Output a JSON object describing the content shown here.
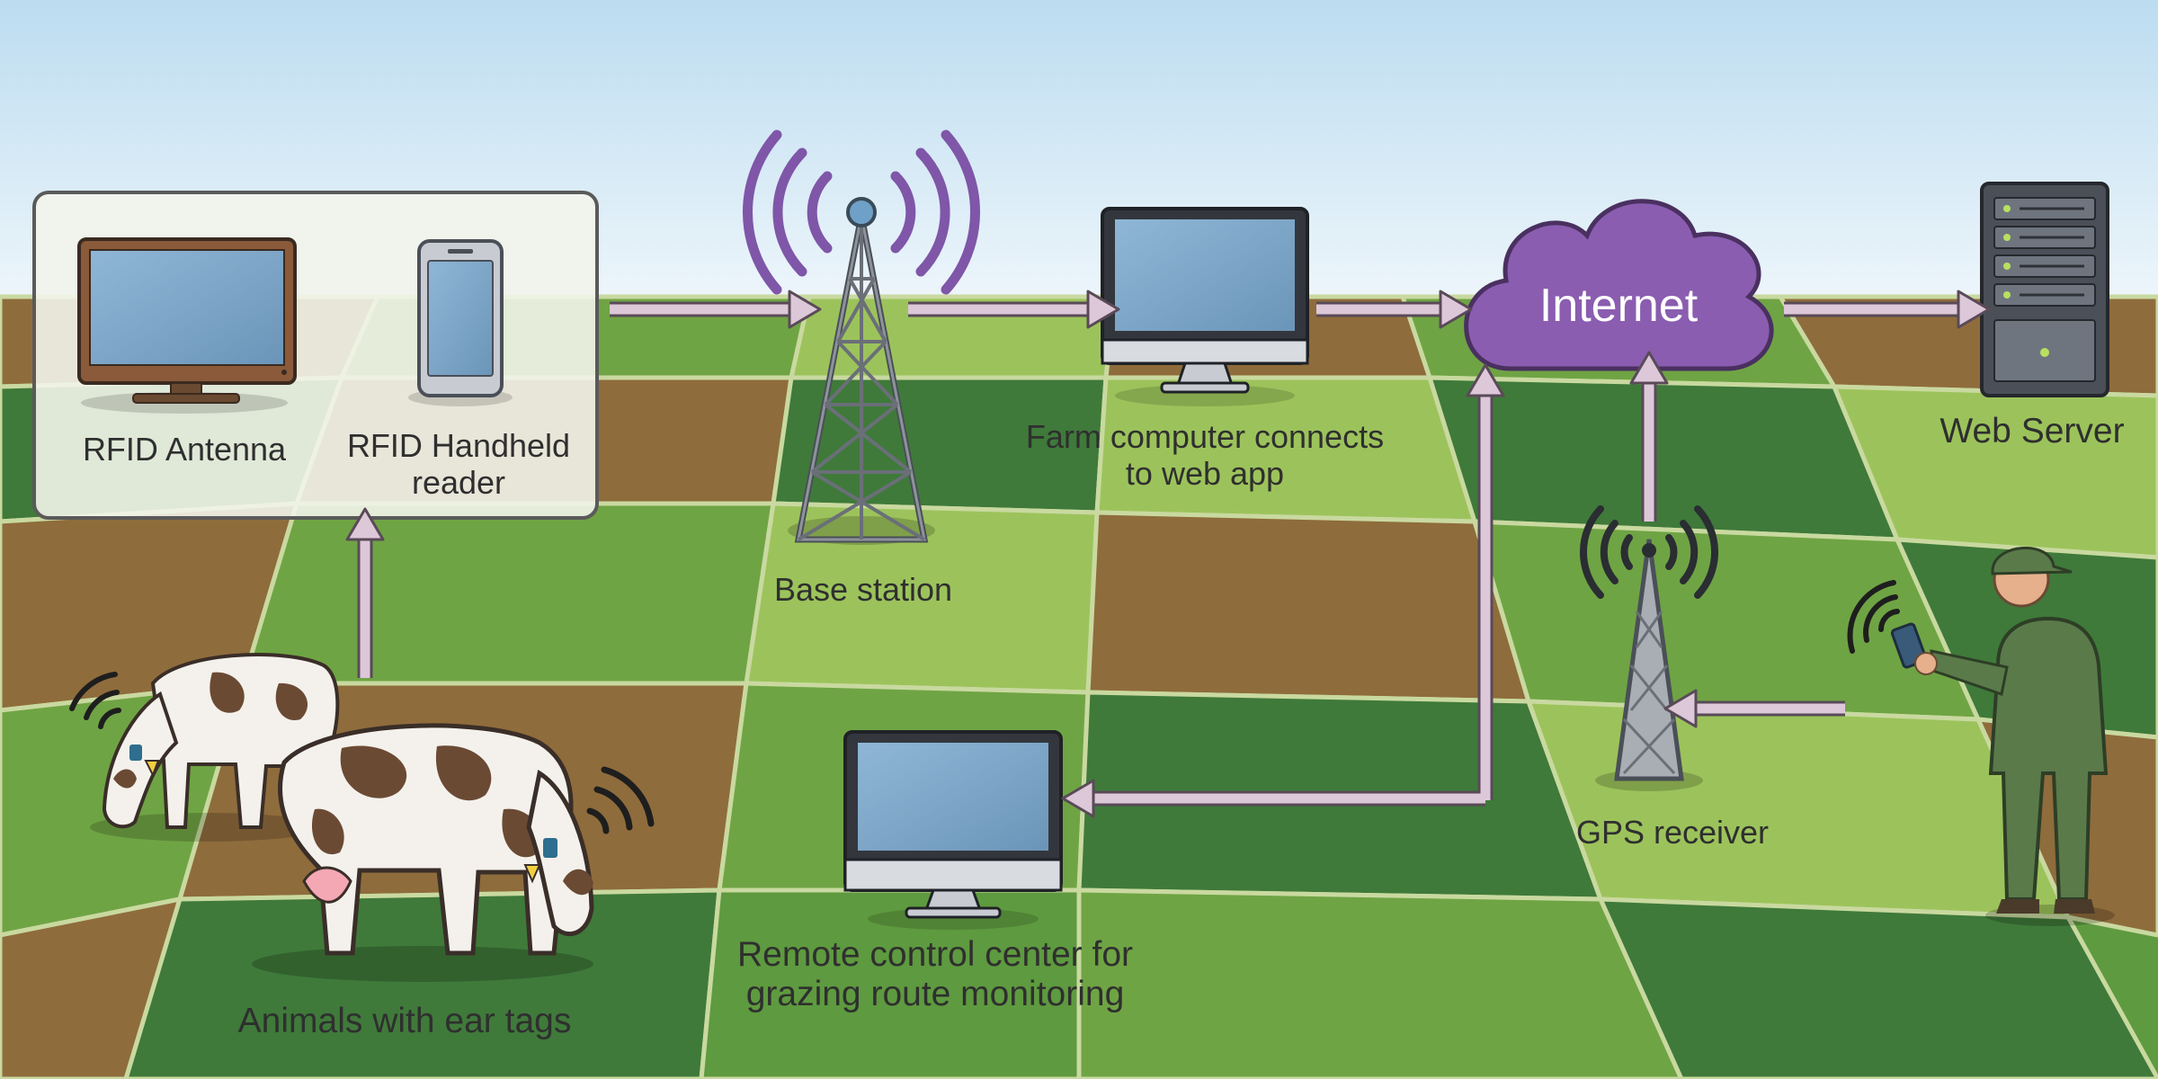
{
  "labels": {
    "rfid_antenna": "RFID Antenna",
    "rfid_handheld_line1": "RFID Handheld",
    "rfid_handheld_line2": "reader",
    "base_station": "Base station",
    "farm_computer_line1": "Farm computer connects",
    "farm_computer_line2": "to web app",
    "internet": "Internet",
    "web_server": "Web Server",
    "gps_receiver": "GPS receiver",
    "remote_center_line1": "Remote control center for",
    "remote_center_line2": "grazing route monitoring",
    "animals": "Animals with ear tags"
  },
  "colors": {
    "sky_top": "#bcdcf0",
    "sky_bottom": "#eef6fb",
    "field_green": "#5e9a3f",
    "field_light_green": "#9cc35b",
    "field_brown": "#8f6c3c",
    "field_dark_green": "#3f7a3a",
    "arrow_fill": "#dcc8d8",
    "arrow_stroke": "#5a4a58",
    "cloud_fill": "#8a5db0",
    "signal_purple": "#7f56a8",
    "screen_blue": "#7fa8c8",
    "panel_fill": "#f2f4ea"
  },
  "icons": [
    "monitor-icon",
    "phone-icon",
    "antenna-tower-icon",
    "cloud-icon",
    "server-rack-icon",
    "gps-tower-icon",
    "cow-icon",
    "farmer-icon",
    "signal-waves-icon",
    "arrow-icon"
  ]
}
